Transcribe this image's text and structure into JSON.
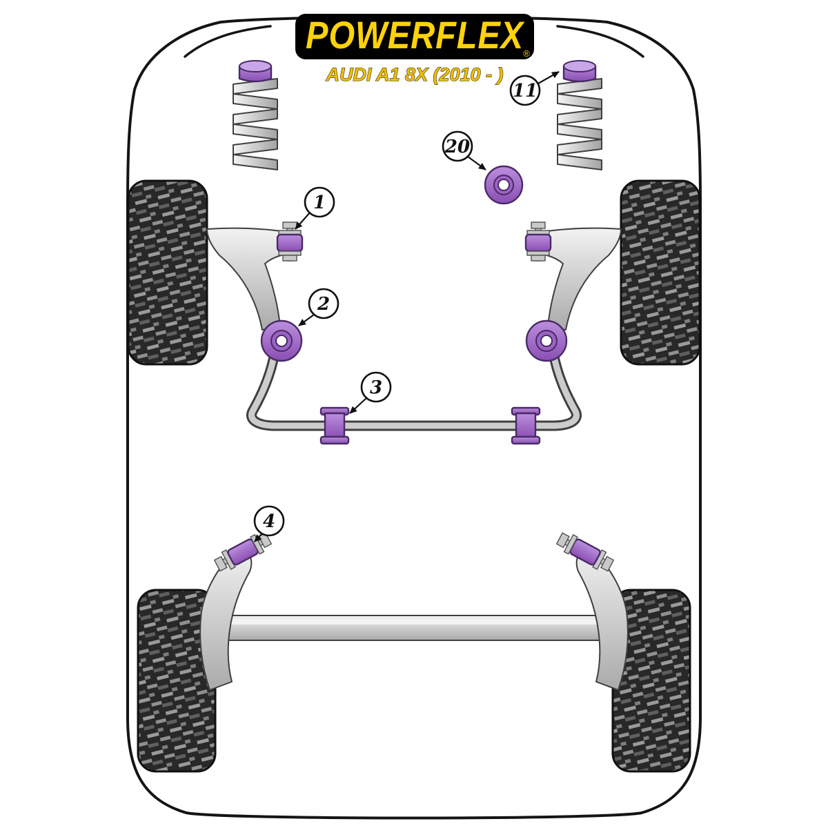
{
  "header": {
    "brand": "POWERFLEX",
    "registered_mark": "®",
    "model": "AUDI A1 8X (2010 - )"
  },
  "callouts": [
    {
      "label": "1"
    },
    {
      "label": "2"
    },
    {
      "label": "3"
    },
    {
      "label": "4"
    },
    {
      "label": "11"
    },
    {
      "label": "20"
    }
  ],
  "colors": {
    "brand_yellow": "#FFD20A",
    "model_gold": "#F0BE00",
    "logo_background": "#000000",
    "bushing_purple": "#9A63C4",
    "bushing_outline": "#4A2A66",
    "metal_grey": "#C9C9C9"
  }
}
